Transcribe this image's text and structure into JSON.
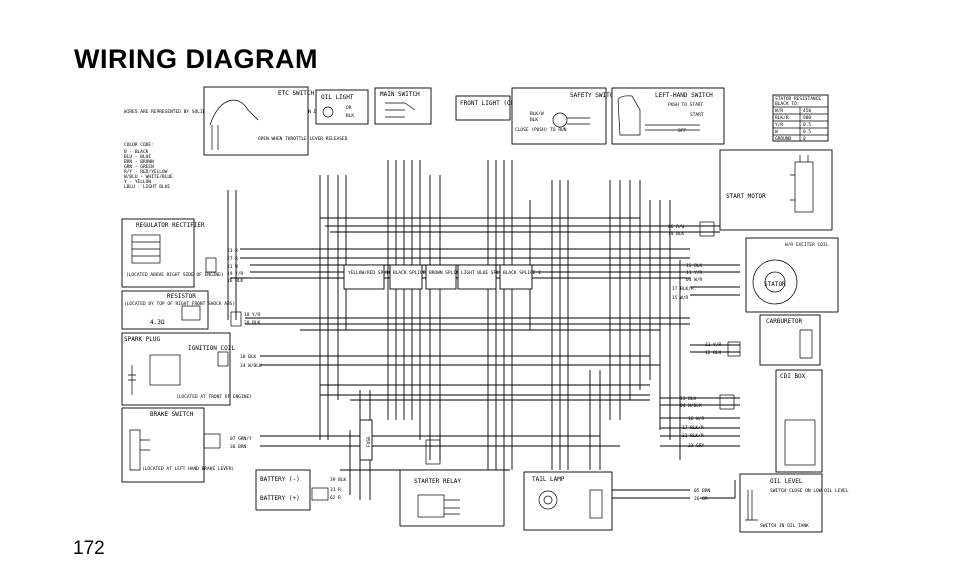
{
  "title": "WIRING DIAGRAM",
  "page_number": "172",
  "components": {
    "etc_switch": {
      "label": "ETC SWITCH",
      "note": "OPEN WHEN THROTTLE LEVER RELEASED"
    },
    "oil_light": {
      "label": "OIL LIGHT",
      "w1": "OR",
      "w2": "BLK"
    },
    "main_switch": {
      "label": "MAIN SWITCH"
    },
    "front_light": {
      "label": "FRONT LIGHT (OPTIONAL)"
    },
    "safety_switch": {
      "label": "SAFETY SWITCH",
      "note": "CLOSE (PUSH) TO RUN",
      "w1": "BLK/W",
      "w2": "BLK"
    },
    "left_hand_switch": {
      "label": "LEFT-HAND SWITCH",
      "note": "PUSH TO START",
      "start": "START",
      "off": "OFF"
    },
    "stator_resistance": {
      "title": "STATOR RESISTANCE",
      "subtitle": "BLACK TO:",
      "rows": [
        {
          "wire": "W/R",
          "value": "450"
        },
        {
          "wire": "BLK/R",
          "value": "900"
        },
        {
          "wire": "Y/R",
          "value": "0.5"
        },
        {
          "wire": "W",
          "value": "0.5"
        },
        {
          "wire": "GROUND",
          "value": "0"
        }
      ]
    },
    "start_motor": {
      "label": "START MOTOR"
    },
    "stator": {
      "label": "STATOR",
      "coil": "W/R EXCITER COIL"
    },
    "carburetor": {
      "label": "CARBURETOR"
    },
    "cdi_box": {
      "label": "CDI BOX"
    },
    "oil_level": {
      "label": "OIL LEVEL",
      "note": "SWITCH CLOSE ON LOW OIL LEVEL",
      "note2": "SWITCH IN OIL TANK"
    },
    "tail_lamp": {
      "label": "TAIL LAMP"
    },
    "starter_relay": {
      "label": "STARTER RELAY"
    },
    "battery_neg": {
      "label": "BATTERY (-)"
    },
    "battery_pos": {
      "label": "BATTERY (+)"
    },
    "brake_switch": {
      "label": "BRAKE SWITCH",
      "note": "(LOCATED AT LEFT HAND BRAKE LEVER)"
    },
    "ignition_coil": {
      "label": "IGNITION COIL",
      "spark_plug": "SPARK PLUG",
      "note": "(LOCATED AT FRONT OF ENGINE)"
    },
    "resistor": {
      "label": "RESISTOR",
      "note": "(LOCATED BY TOP OF RIGHT FRONT SHOCK ABS)",
      "value": "4.3Ω"
    },
    "regulator": {
      "label": "REGULATOR RECTIFIER",
      "note": "(LOCATED ABOVE RIGHT SIDE OF ENGINE)"
    },
    "fuse": {
      "label": "FUSE"
    }
  },
  "notes": {
    "wires": "WIRES ARE REPRESENTED BY SOLID OR DASHED LINES TO SIMPLIFY TRACING IN DIAGRAM",
    "color_code_title": "COLOR CODE:",
    "color_code": [
      "B - BLACK",
      "BLU - BLUE",
      "BRN - BROWN",
      "GRN - GREEN",
      "R/Y - RED/YELLOW",
      "W/BLU - WHITE/BLUE",
      "Y - YELLOW",
      "LBLU - LIGHT BLUE"
    ]
  },
  "splices": [
    {
      "label": "YELLOW/RED SPLICE"
    },
    {
      "label": "BLACK SPLICE 1"
    },
    {
      "label": "BROWN SPLICE"
    },
    {
      "label": "LIGHT BLUE SPLICE"
    },
    {
      "label": "BLACK SPLICE 2"
    }
  ],
  "wire_labels": {
    "regulator": [
      "23 R",
      "27 R",
      "21 W",
      "19 Y/R",
      "26 BLK"
    ],
    "resistor": [
      "18 Y/R",
      "20 BLK"
    ],
    "ignition": [
      "10 BLK",
      "34 W/BLU"
    ],
    "brake": [
      "07 GRN/Y",
      "36 BRN"
    ],
    "battery": [
      "39 BLK",
      "31 R",
      "62 R"
    ],
    "right_top": [
      "06 R/W",
      "14 BLK"
    ],
    "stator_side": [
      "15 BLK",
      "11 Y/R",
      "04 W/R",
      "17 BLK/R",
      "15 W/R"
    ],
    "carb": [
      "21 Y/R",
      "12 BLK"
    ],
    "cdi": [
      "13 BLK",
      "04 W/BLK",
      "16 W/R",
      "17 BLK/R",
      "32 BLK/R",
      "31 GRY"
    ],
    "tail": [
      "05 BRN",
      "26 OR"
    ]
  }
}
